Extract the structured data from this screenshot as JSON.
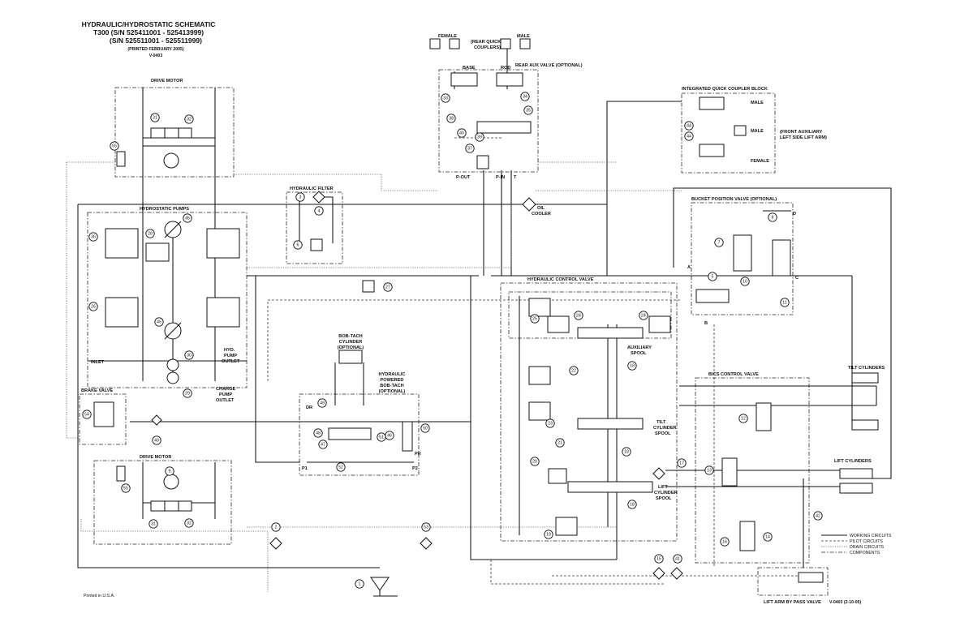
{
  "header": {
    "title_line1": "HYDRAULIC/HYDROSTATIC SCHEMATIC",
    "title_line2": "T300 (S/N 525411001 - 525413999)",
    "title_line3": "(S/N 525511001 - 525511999)",
    "printed": "(PRINTED FEBRUARY 2005)",
    "code": "V-0403"
  },
  "footer": {
    "printed_in": "Printed in U.S.A.",
    "revision": "V-0403 (2-10-05)"
  },
  "sections": {
    "drive_motor_top": "DRIVE MOTOR",
    "drive_motor_bottom": "DRIVE MOTOR",
    "hydrostatic_pumps": "HYDROSTATIC PUMPS",
    "hydraulic_filter": "HYDRAULIC FILTER",
    "hydraulic_control_valve": "HYDRAULIC CONTROL VALVE",
    "bics_control_valve": "BICS CONTROL VALVE",
    "bucket_position_valve": "BUCKET POSITION VALVE (OPTIONAL)",
    "integrated_quick_coupler": "INTEGRATED QUICK COUPLER BLOCK",
    "rear_aux_valve": "REAR AUX VALVE (OPTIONAL)",
    "brake_valve": "BRAKE VALVE",
    "bob_tach_cylinder": [
      "BOB-TACH",
      "CYLINDER",
      "(OPTIONAL)"
    ],
    "hydraulic_bob_tach": [
      "HYDRAULIC",
      "POWERED",
      "BOB-TACH",
      "(OPTIONAL)"
    ],
    "lift_arm_bypass": "LIFT ARM BY PASS VALVE",
    "rear_quick_couplers": [
      "(REAR QUICK",
      "COUPLERS)"
    ],
    "front_aux": [
      "(FRONT AUXILIARY",
      "LEFT SIDE LIFT ARM)"
    ]
  },
  "labels": {
    "female": "FEMALE",
    "male": "MALE",
    "base": "BASE",
    "rod": "ROD",
    "p_out": "P-OUT",
    "p_in": "P-IN",
    "t": "T",
    "oil_cooler": [
      "OIL",
      "COOLER"
    ],
    "inlet": "INLET",
    "hyd_pump_outlet": [
      "HYD.",
      "PUMP",
      "OUTLET"
    ],
    "charge_pump_outlet": [
      "CHARGE",
      "PUMP",
      "OUTLET"
    ],
    "tilt_cylinders": "TILT CYLINDERS",
    "lift_cylinders": "LIFT CYLINDERS",
    "auxiliary_spool": [
      "AUXILIARY",
      "SPOOL"
    ],
    "tilt_spool": [
      "TILT",
      "CYLINDER",
      "SPOOL"
    ],
    "lift_spool": [
      "LIFT",
      "CYLINDER",
      "SPOOL"
    ],
    "dr": "DR",
    "p1": "P1",
    "p2": "P2",
    "pr": "PR",
    "a": "A",
    "b": "B",
    "c": "C",
    "d": "D"
  },
  "legend": [
    {
      "label": "WORKING CIRCUITS",
      "style": "solid"
    },
    {
      "label": "PILOT CIRCUITS",
      "style": "dashed"
    },
    {
      "label": "DRAIN CIRCUITS",
      "style": "dotted"
    },
    {
      "label": "COMPONENTS",
      "style": "dashdot"
    }
  ],
  "callouts": [
    "1",
    "2",
    "3",
    "4",
    "5",
    "6",
    "7",
    "8",
    "9",
    "10",
    "11",
    "12",
    "13",
    "14",
    "15",
    "16",
    "17",
    "18",
    "19",
    "20",
    "21",
    "22",
    "23",
    "24",
    "25",
    "26",
    "27",
    "28",
    "29",
    "30",
    "31",
    "32",
    "33",
    "34",
    "35",
    "36",
    "37",
    "38",
    "39",
    "40",
    "41",
    "42",
    "43",
    "44",
    "45",
    "46",
    "47",
    "48",
    "49",
    "50",
    "51",
    "52",
    "53",
    "54",
    "55"
  ]
}
